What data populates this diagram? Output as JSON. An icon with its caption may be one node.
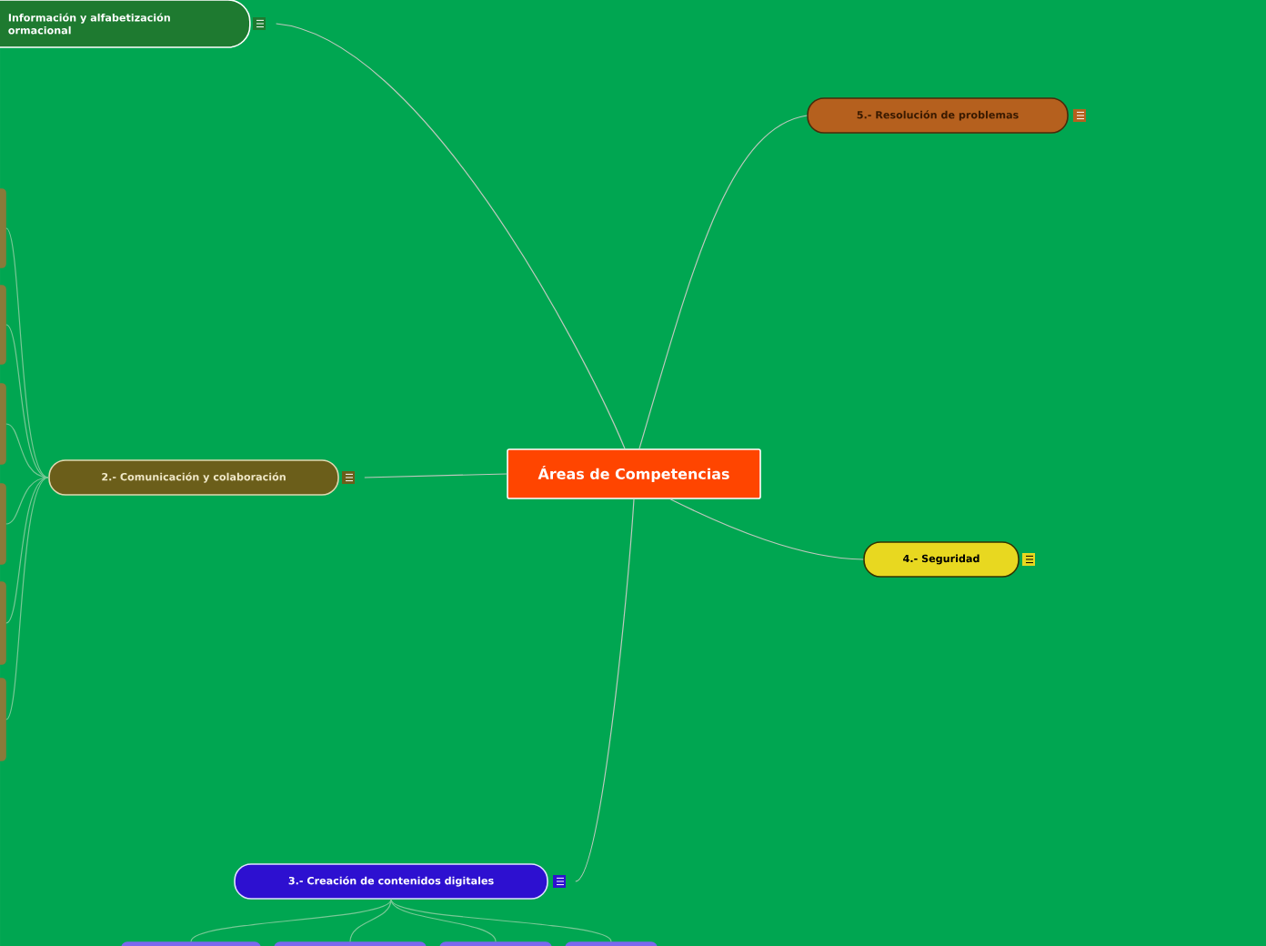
{
  "diagram": {
    "nodes": [
      {
        "text": [
          "Áreas de Competencias"
        ]
      },
      {
        "text": [
          "Información y alfabetización ormacional"
        ]
      },
      {
        "text": [
          "2.- Comunicación y colaboración"
        ]
      },
      {
        "text": [
          "3.- Creación de contenidos digitales"
        ]
      },
      {
        "text": [
          "4.- Seguridad"
        ]
      },
      {
        "text": [
          "5.- Resolución de problemas"
        ]
      },
      {
        "text": [],
        "shape": "box"
      },
      {
        "text": [],
        "shape": "box"
      },
      {
        "text": [],
        "shape": "box"
      },
      {
        "text": [],
        "shape": "box"
      },
      {
        "text": [],
        "shape": "box"
      },
      {
        "text": [],
        "shape": "box"
      },
      {
        "text": [],
        "shape": "box"
      },
      {
        "text": [],
        "shape": "box"
      },
      {
        "text": [],
        "shape": "box"
      },
      {
        "text": [],
        "shape": "box"
      }
    ],
    "edges": [
      {
        "from": 0,
        "to": 1,
        "arrow": "none"
      },
      {
        "from": 0,
        "to": 5,
        "arrow": "none"
      },
      {
        "from": 0,
        "to": 2,
        "arrow": "none"
      },
      {
        "from": 0,
        "to": 4,
        "arrow": "none"
      },
      {
        "from": 0,
        "to": 3,
        "arrow": "none"
      },
      {
        "from": 2,
        "to": 6,
        "arrow": "none"
      },
      {
        "from": 2,
        "to": 7,
        "arrow": "none"
      },
      {
        "from": 2,
        "to": 8,
        "arrow": "none"
      },
      {
        "from": 2,
        "to": 9,
        "arrow": "none"
      },
      {
        "from": 2,
        "to": 10,
        "arrow": "none"
      },
      {
        "from": 2,
        "to": 11,
        "arrow": "none"
      },
      {
        "from": 3,
        "to": 12,
        "arrow": "none"
      },
      {
        "from": 3,
        "to": 13,
        "arrow": "none"
      },
      {
        "from": 3,
        "to": 14,
        "arrow": "none"
      },
      {
        "from": 3,
        "to": 15,
        "arrow": "none"
      }
    ]
  }
}
